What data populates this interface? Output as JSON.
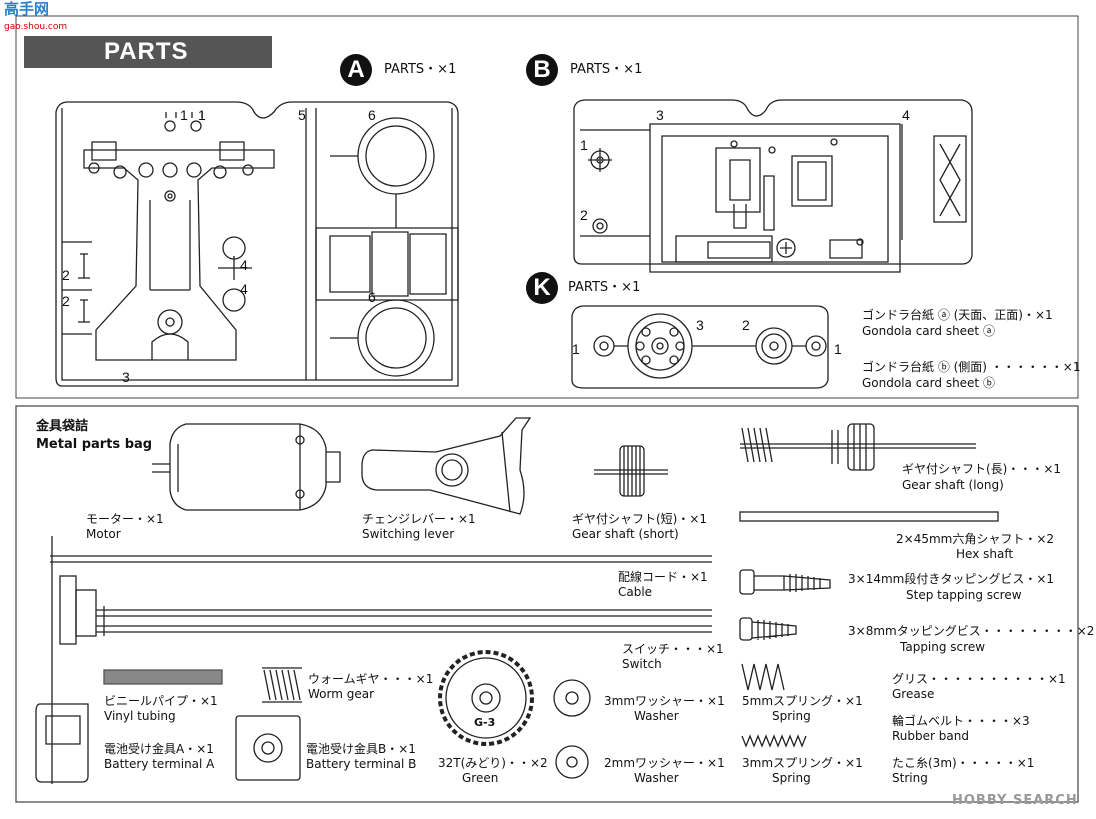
{
  "watermark": {
    "top_left": "高手网",
    "top_left_url": "gao.shou.com",
    "bottom_right": "HOBBY SEARCH"
  },
  "title": "PARTS",
  "trees": {
    "a": {
      "letter": "A",
      "label": "PARTS・×1",
      "nums": [
        "1",
        "1",
        "5",
        "6",
        "2",
        "2",
        "4",
        "4",
        "3",
        "6"
      ]
    },
    "b": {
      "letter": "B",
      "label": "PARTS・×1",
      "nums": [
        "3",
        "4",
        "1",
        "2"
      ]
    },
    "k": {
      "letter": "K",
      "label": "PARTS・×1",
      "nums": [
        "1",
        "3",
        "2",
        "1"
      ]
    }
  },
  "gondola": [
    {
      "jp": "ゴンドラ台紙 ⓐ (天面、正面)・×1",
      "en": "Gondola card sheet ⓐ"
    },
    {
      "jp": "ゴンドラ台紙 ⓑ (側面) ・・・・・・×1",
      "en": "Gondola card sheet ⓑ"
    }
  ],
  "bag": {
    "jp": "金具袋詰",
    "en": "Metal parts bag"
  },
  "parts": {
    "motor": {
      "jp": "モーター・×1",
      "en": "Motor"
    },
    "lever": {
      "jp": "チェンジレバー・×1",
      "en": "Switching lever"
    },
    "gear_short": {
      "jp": "ギヤ付シャフト(短)・×1",
      "en": "Gear shaft (short)"
    },
    "gear_long": {
      "jp": "ギヤ付シャフト(長)・・・×1",
      "en": "Gear shaft (long)"
    },
    "hex": {
      "jp": "2×45mm六角シャフト・×2",
      "en": "Hex shaft"
    },
    "cable": {
      "jp": "配線コード・×1",
      "en": "Cable"
    },
    "step_screw": {
      "jp": "3×14mm段付きタッピングビス・×1",
      "en": "Step tapping screw"
    },
    "switch": {
      "jp": "スイッチ・・・×1",
      "en": "Switch"
    },
    "tap_screw": {
      "jp": "3×8mmタッピングビス・・・・・・・・×2",
      "en": "Tapping screw"
    },
    "vinyl": {
      "jp": "ビニールパイプ・×1",
      "en": "Vinyl tubing"
    },
    "worm": {
      "jp": "ウォームギヤ・・・×1",
      "en": "Worm gear"
    },
    "washer3": {
      "jp": "3mmワッシャー・×1",
      "en": "Washer"
    },
    "spring5": {
      "jp": "5mmスプリング・×1",
      "en": "Spring"
    },
    "grease": {
      "jp": "グリス・・・・・・・・・・×1",
      "en": "Grease"
    },
    "rubber": {
      "jp": "輪ゴムベルト・・・・×3",
      "en": "Rubber band"
    },
    "batt_a": {
      "jp": "電池受け金具A・×1",
      "en": "Battery terminal A"
    },
    "batt_b": {
      "jp": "電池受け金具B・×1",
      "en": "Battery terminal B"
    },
    "gear32": {
      "jp": "32T(みどり)・・×2",
      "en": "Green",
      "code": "G-3"
    },
    "washer2": {
      "jp": "2mmワッシャー・×1",
      "en": "Washer"
    },
    "spring3": {
      "jp": "3mmスプリング・×1",
      "en": "Spring"
    },
    "string": {
      "jp": "たこ糸(3m)・・・・・×1",
      "en": "String"
    }
  }
}
